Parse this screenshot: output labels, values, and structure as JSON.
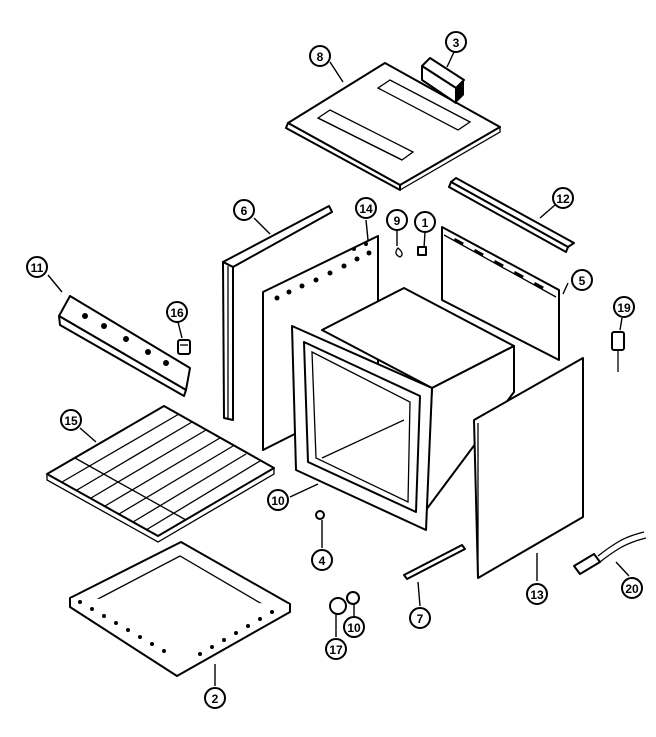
{
  "callouts": [
    {
      "id": "c1",
      "label": "1"
    },
    {
      "id": "c2",
      "label": "2"
    },
    {
      "id": "c3",
      "label": "3"
    },
    {
      "id": "c4",
      "label": "4"
    },
    {
      "id": "c5",
      "label": "5"
    },
    {
      "id": "c6",
      "label": "6"
    },
    {
      "id": "c7",
      "label": "7"
    },
    {
      "id": "c8",
      "label": "8"
    },
    {
      "id": "c9",
      "label": "9"
    },
    {
      "id": "c10a",
      "label": "10"
    },
    {
      "id": "c10b",
      "label": "10"
    },
    {
      "id": "c11",
      "label": "11"
    },
    {
      "id": "c12",
      "label": "12"
    },
    {
      "id": "c13",
      "label": "13"
    },
    {
      "id": "c14",
      "label": "14"
    },
    {
      "id": "c15",
      "label": "15"
    },
    {
      "id": "c16",
      "label": "16"
    },
    {
      "id": "c17",
      "label": "17"
    },
    {
      "id": "c19",
      "label": "19"
    },
    {
      "id": "c20",
      "label": "20"
    }
  ]
}
